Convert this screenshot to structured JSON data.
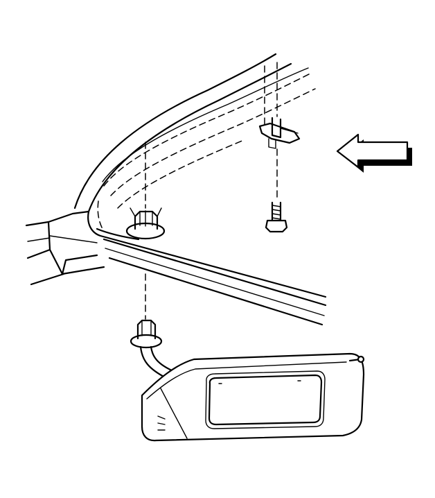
{
  "diagram": {
    "parts": [
      {
        "id": "headliner-roof-edge",
        "icon": "roof-edge-outline"
      },
      {
        "id": "windshield-pillar",
        "icon": "a-pillar-outline"
      },
      {
        "id": "visor-retainer-clip",
        "icon": "retainer-clip-icon"
      },
      {
        "id": "visor-support-bracket",
        "icon": "bracket-icon"
      },
      {
        "id": "visor-mounting-bolt",
        "icon": "bolt-icon"
      },
      {
        "id": "sun-visor",
        "icon": "sun-visor-icon"
      },
      {
        "id": "view-direction-arrow",
        "icon": "arrow-left-icon"
      }
    ],
    "stroke_color": "#000000",
    "background_color": "#ffffff"
  }
}
